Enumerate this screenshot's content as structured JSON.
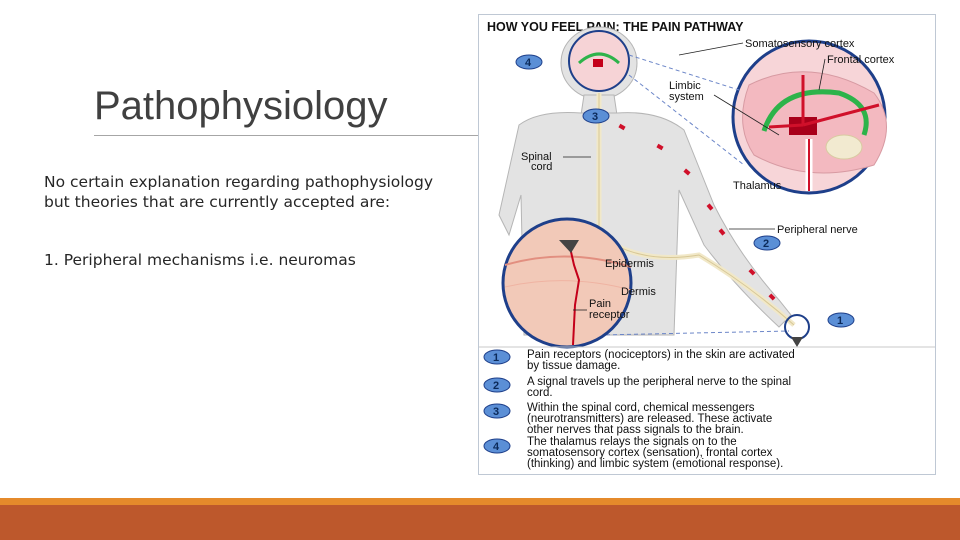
{
  "slide": {
    "title": "Pathophysiology",
    "paragraphs": [
      "No certain explanation regarding pathophysiology but theories that are currently accepted are:",
      "1. Peripheral mechanisms i.e. neuromas"
    ]
  },
  "figure": {
    "title": "HOW YOU FEEL PAIN: THE PAIN PATHWAY",
    "labels": {
      "somatosensory_cortex": "Somatosensory cortex",
      "frontal_cortex": "Frontal cortex",
      "limbic_1": "Limbic",
      "limbic_2": "system",
      "spinal_1": "Spinal",
      "spinal_2": "cord",
      "thalamus": "Thalamus",
      "peripheral_nerve": "Peripheral nerve",
      "epidermis": "Epidermis",
      "dermis": "Dermis",
      "pain_receptor_1": "Pain",
      "pain_receptor_2": "receptor"
    },
    "badges": {
      "b1": "1",
      "b2": "2",
      "b3": "3",
      "b4": "4"
    },
    "steps": [
      {
        "num": "1",
        "lines": [
          "Pain receptors (nociceptors) in the skin are activated",
          "by tissue damage."
        ]
      },
      {
        "num": "2",
        "lines": [
          "A signal travels up the peripheral nerve to the spinal",
          "cord."
        ]
      },
      {
        "num": "3",
        "lines": [
          "Within the spinal cord, chemical messengers",
          "(neurotransmitters) are released. These activate",
          "other nerves that pass signals to the brain."
        ]
      },
      {
        "num": "4",
        "lines": [
          "The thalamus relays the signals on to the",
          "somatosensory cortex (sensation), frontal cortex",
          "(thinking) and limbic system (emotional response)."
        ]
      }
    ],
    "colors": {
      "signal": "#d0102a",
      "badge_fill": "#5b8fd6",
      "body": "#e3e3e3",
      "skin": "#f2c9b8"
    }
  }
}
